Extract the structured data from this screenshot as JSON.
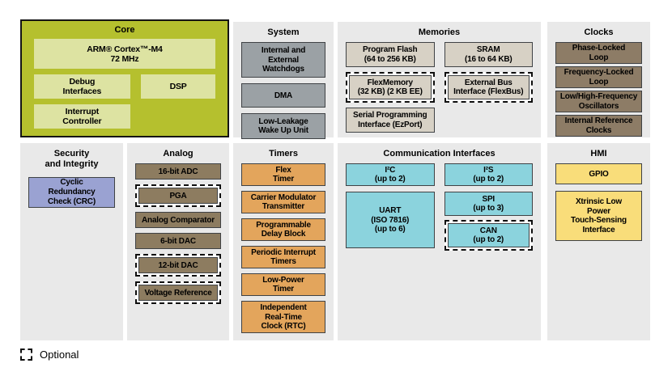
{
  "legend": {
    "label": "Optional"
  },
  "colors": {
    "core_bg": "#b5c02e",
    "core_box": "#dde3a2",
    "panel_bg": "#e9e9e9",
    "system_box": "#9ba1a5",
    "memory_box": "#d7d1c5",
    "clock_box": "#8d7c66",
    "security_box": "#9aa2d2",
    "analog_box": "#8d7c60",
    "timer_box": "#e3a55c",
    "comm_box": "#8bd3dd",
    "hmi_box": "#f9dd7a"
  },
  "core": {
    "title": "Core",
    "cpu": "ARM® Cortex™-M4\n72 MHz",
    "debug": "Debug\nInterfaces",
    "dsp": "DSP",
    "interrupt": "Interrupt\nController"
  },
  "system": {
    "title": "System",
    "boxes": [
      {
        "label": "Internal and\nExternal\nWatchdogs",
        "optional": false
      },
      {
        "label": "DMA",
        "optional": false
      },
      {
        "label": "Low-Leakage\nWake Up Unit",
        "optional": false
      }
    ]
  },
  "memories": {
    "title": "Memories",
    "boxes": [
      {
        "label": "Program Flash\n(64 to 256 KB)",
        "optional": false
      },
      {
        "label": "SRAM\n(16 to 64 KB)",
        "optional": false
      },
      {
        "label": "FlexMemory\n(32 KB) (2 KB EE)",
        "optional": true
      },
      {
        "label": "External Bus\nInterface (FlexBus)",
        "optional": true
      },
      {
        "label": "Serial Programming\nInterface (EzPort)",
        "optional": false
      }
    ]
  },
  "clocks": {
    "title": "Clocks",
    "boxes": [
      {
        "label": "Phase-Locked\nLoop",
        "optional": false
      },
      {
        "label": "Frequency-Locked\nLoop",
        "optional": false
      },
      {
        "label": "Low/High-Frequency\nOscillators",
        "optional": false
      },
      {
        "label": "Internal Reference\nClocks",
        "optional": false
      }
    ]
  },
  "security": {
    "title": "Security\nand Integrity",
    "boxes": [
      {
        "label": "Cyclic\nRedundancy\nCheck (CRC)",
        "optional": false
      }
    ]
  },
  "analog": {
    "title": "Analog",
    "boxes": [
      {
        "label": "16-bit ADC",
        "optional": false
      },
      {
        "label": "PGA",
        "optional": true
      },
      {
        "label": "Analog Comparator",
        "optional": false
      },
      {
        "label": "6-bit DAC",
        "optional": false
      },
      {
        "label": "12-bit DAC",
        "optional": true
      },
      {
        "label": "Voltage Reference",
        "optional": true
      }
    ]
  },
  "timers": {
    "title": "Timers",
    "boxes": [
      {
        "label": "Flex\nTimer",
        "optional": false
      },
      {
        "label": "Carrier Modulator\nTransmitter",
        "optional": false
      },
      {
        "label": "Programmable\nDelay Block",
        "optional": false
      },
      {
        "label": "Periodic Interrupt\nTimers",
        "optional": false
      },
      {
        "label": "Low-Power\nTimer",
        "optional": false
      },
      {
        "label": "Independent\nReal-Time\nClock (RTC)",
        "optional": false
      }
    ]
  },
  "comm": {
    "title": "Communication Interfaces",
    "boxes": [
      {
        "label": "I²C\n(up to 2)",
        "optional": false
      },
      {
        "label": "UART\n(ISO 7816)\n(up to 6)",
        "optional": false
      },
      {
        "label": "I²S\n(up to 2)",
        "optional": false
      },
      {
        "label": "SPI\n(up to 3)",
        "optional": false
      },
      {
        "label": "CAN\n(up to 2)",
        "optional": true
      }
    ]
  },
  "hmi": {
    "title": "HMI",
    "boxes": [
      {
        "label": "GPIO",
        "optional": false
      },
      {
        "label": "Xtrinsic Low\nPower\nTouch-Sensing\nInterface",
        "optional": false
      }
    ]
  }
}
